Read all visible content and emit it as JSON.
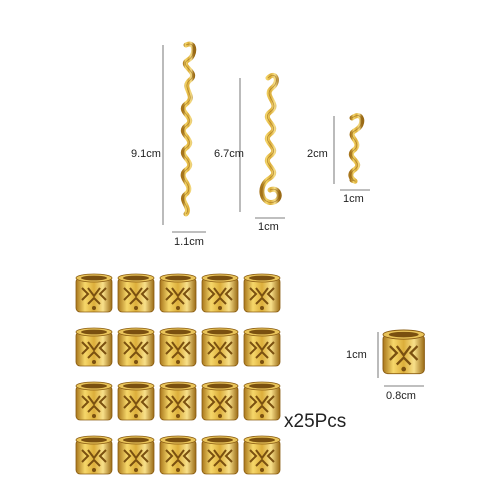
{
  "product": {
    "colors": {
      "gold_light": "#f6d76a",
      "gold_mid": "#dcae3a",
      "gold_dark": "#a8761c",
      "line": "#555555"
    },
    "spiral_clips": [
      {
        "height_label": "9.1cm",
        "width_label": "1.1cm"
      },
      {
        "height_label": "6.7cm",
        "width_label": "1cm"
      },
      {
        "height_label": "2cm",
        "width_label": "1cm"
      }
    ],
    "cuff": {
      "height_label": "1cm",
      "width_label": "0.8cm",
      "icon": "gold-filigree-cuff-icon"
    },
    "cuff_grid": {
      "rows": 4,
      "cols": 5
    },
    "quantity_label": "x25Pcs"
  }
}
